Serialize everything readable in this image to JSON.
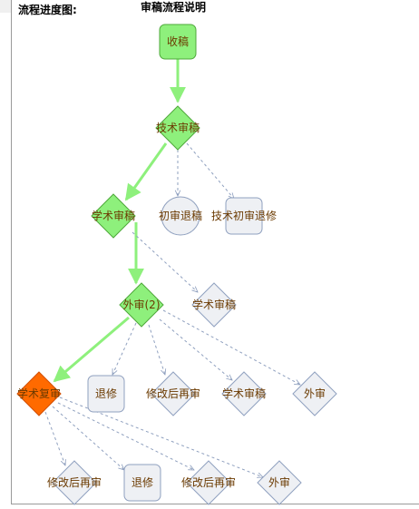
{
  "header": {
    "progress_label": "流程进度图:",
    "description_label": "审稿流程说明"
  },
  "colors": {
    "active_fill": "#8ef07c",
    "active_stroke": "#4ea83a",
    "current_fill": "#ff6a00",
    "current_stroke": "#d24f00",
    "inactive_fill": "#eef0f4",
    "inactive_stroke": "#8fa0bf",
    "label_color": "#6b3a00",
    "active_edge": "#8ef07c",
    "inactive_edge": "#8fa0bf"
  },
  "flow": {
    "nodes": {
      "received": {
        "label": "收稿",
        "shape": "rect",
        "state": "done"
      },
      "tech_review": {
        "label": "技术审稿",
        "shape": "diamond",
        "state": "done"
      },
      "initial_return": {
        "label": "初审退稿",
        "shape": "circle",
        "state": "pending"
      },
      "tech_initial_return_revise": {
        "label": "技术初审退修",
        "shape": "rect",
        "state": "pending"
      },
      "academic_review": {
        "label": "学术审稿",
        "shape": "diamond",
        "state": "done"
      },
      "academic_review_2": {
        "label": "学术审稿",
        "shape": "diamond",
        "state": "pending"
      },
      "external_review": {
        "label": "外审(2)",
        "shape": "diamond",
        "state": "done"
      },
      "academic_recheck": {
        "label": "学术复审",
        "shape": "diamond",
        "state": "current"
      },
      "return_revise_1": {
        "label": "退修",
        "shape": "rect",
        "state": "pending"
      },
      "revised_rereview_1": {
        "label": "修改后再审",
        "shape": "diamond",
        "state": "pending"
      },
      "academic_review_3": {
        "label": "学术审稿",
        "shape": "diamond",
        "state": "pending"
      },
      "external_review_2": {
        "label": "外审",
        "shape": "diamond",
        "state": "pending"
      },
      "revised_rereview_2": {
        "label": "修改后再审",
        "shape": "diamond",
        "state": "pending"
      },
      "return_revise_2": {
        "label": "退修",
        "shape": "rect",
        "state": "pending"
      },
      "revised_rereview_3": {
        "label": "修改后再审",
        "shape": "diamond",
        "state": "pending"
      },
      "external_review_3": {
        "label": "外审",
        "shape": "diamond",
        "state": "pending"
      }
    },
    "edges": [
      {
        "from": "received",
        "to": "tech_review",
        "state": "done"
      },
      {
        "from": "tech_review",
        "to": "academic_review",
        "state": "done"
      },
      {
        "from": "tech_review",
        "to": "initial_return",
        "state": "pending"
      },
      {
        "from": "tech_review",
        "to": "tech_initial_return_revise",
        "state": "pending"
      },
      {
        "from": "academic_review",
        "to": "external_review",
        "state": "done"
      },
      {
        "from": "academic_review",
        "to": "academic_review_2",
        "state": "pending"
      },
      {
        "from": "external_review",
        "to": "academic_recheck",
        "state": "done"
      },
      {
        "from": "external_review",
        "to": "return_revise_1",
        "state": "pending"
      },
      {
        "from": "external_review",
        "to": "revised_rereview_1",
        "state": "pending"
      },
      {
        "from": "external_review",
        "to": "academic_review_3",
        "state": "pending"
      },
      {
        "from": "external_review",
        "to": "external_review_2",
        "state": "pending"
      },
      {
        "from": "academic_recheck",
        "to": "revised_rereview_2",
        "state": "pending"
      },
      {
        "from": "academic_recheck",
        "to": "return_revise_2",
        "state": "pending"
      },
      {
        "from": "academic_recheck",
        "to": "revised_rereview_3",
        "state": "pending"
      },
      {
        "from": "academic_recheck",
        "to": "external_review_3",
        "state": "pending"
      }
    ]
  }
}
